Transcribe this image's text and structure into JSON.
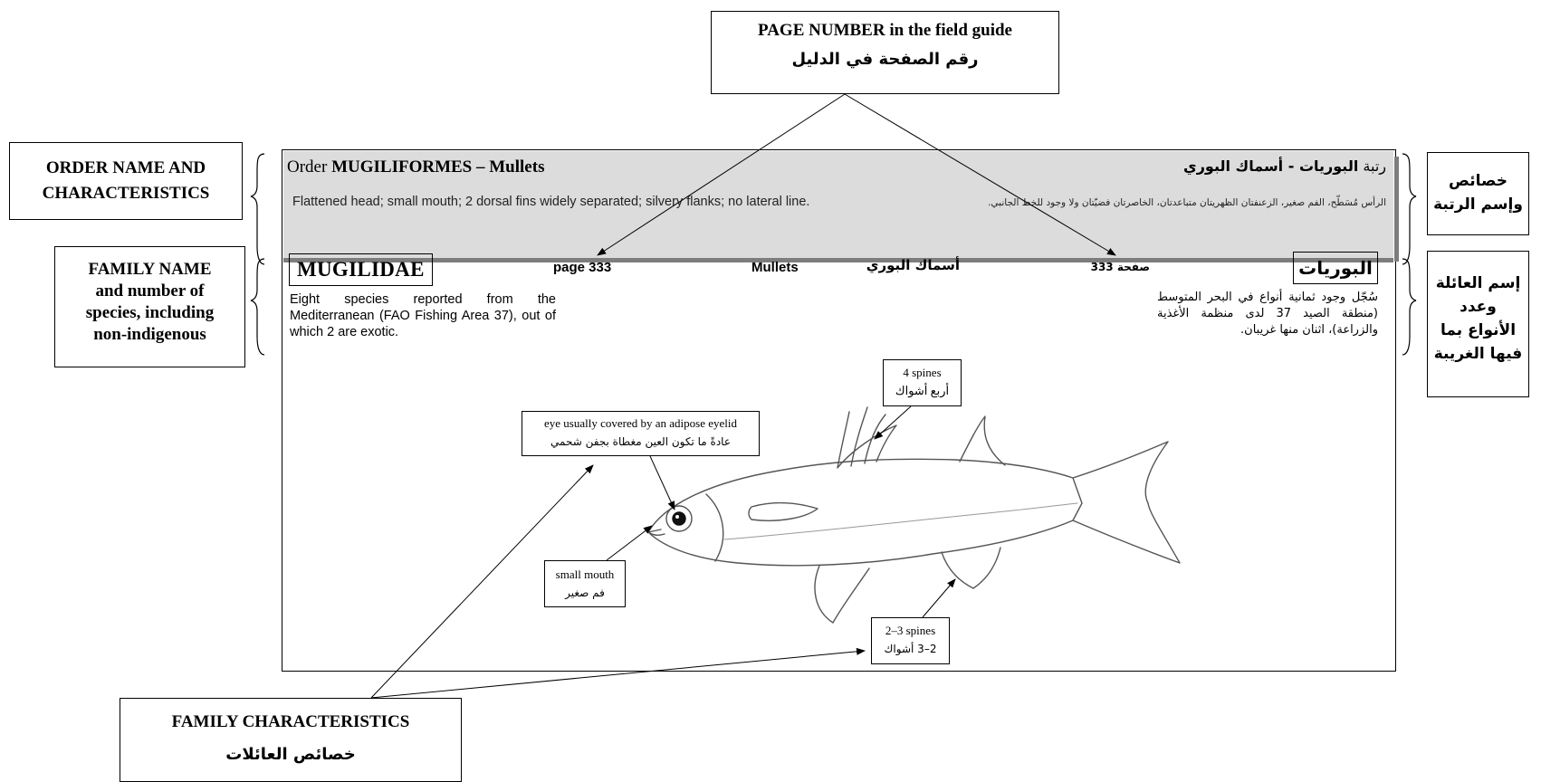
{
  "legend": {
    "page_number_en": "PAGE NUMBER in the field guide",
    "page_number_ar": "رقم الصفحة في الدليل",
    "order_en_line1": "ORDER NAME AND",
    "order_en_line2": "CHARACTERISTICS",
    "order_ar_line1": "خصائص",
    "order_ar_line2": "وإسم الرتبة",
    "family_en_line1": "FAMILY NAME",
    "family_en_line2": "and number of",
    "family_en_line3": "species, including",
    "family_en_line4": "non-indigenous",
    "family_ar_line1": "إسم العائلة",
    "family_ar_line2": "وعدد",
    "family_ar_line3": "الأنواع بما",
    "family_ar_line4": "فيها الغريبة",
    "family_chars_en": "FAMILY CHARACTERISTICS",
    "family_chars_ar": "خصائص العائلات"
  },
  "order": {
    "prefix_en": "Order",
    "name_en": "MUGILIFORMES",
    "sep_en": "–",
    "common_en": "Mullets",
    "title_ar_prefix": "رتبة",
    "title_ar": "البوريات - أسماك البوري",
    "desc_en": "Flattened head; small mouth; 2 dorsal fins widely separated; silvery flanks; no lateral line.",
    "desc_ar": "الرأس مُسَطّح، الفم صغير، الزعنفتان الظهريتان متباعدتان، الخاصرتان فضيّتان ولا وجود للخط الجانبي."
  },
  "family": {
    "name_en": "MUGILIDAE",
    "page_en": "page 333",
    "common_en": "Mullets",
    "common_ar": "أسماك البوري",
    "page_ar": "صفحة 333",
    "name_ar": "البوريات",
    "desc_en": "Eight species reported from the Mediterranean (FAO Fishing Area 37), out of which 2 are exotic.",
    "desc_ar": "سُجّل وجود ثمانية أنواع في البحر المتوسط (منطقة الصيد 37 لدى منظمة الأغذية والزراعة)، اثنان منها غريبان."
  },
  "callouts": {
    "spines4_en": "4 spines",
    "spines4_ar": "أربع أشواك",
    "eye_en": "eye usually covered by an adipose eyelid",
    "eye_ar": "عادةً ما تكون العين مغطاة بجفن شحمي",
    "mouth_en": "small mouth",
    "mouth_ar": "فم صغير",
    "spines23_en": "2–3 spines",
    "spines23_ar": "2–3  أشواك"
  },
  "illustration": "mullet-fish-illustration",
  "colors": {
    "band": "#dcdcdc",
    "band_shadow": "#7d7d7d",
    "ink": "#000000"
  }
}
